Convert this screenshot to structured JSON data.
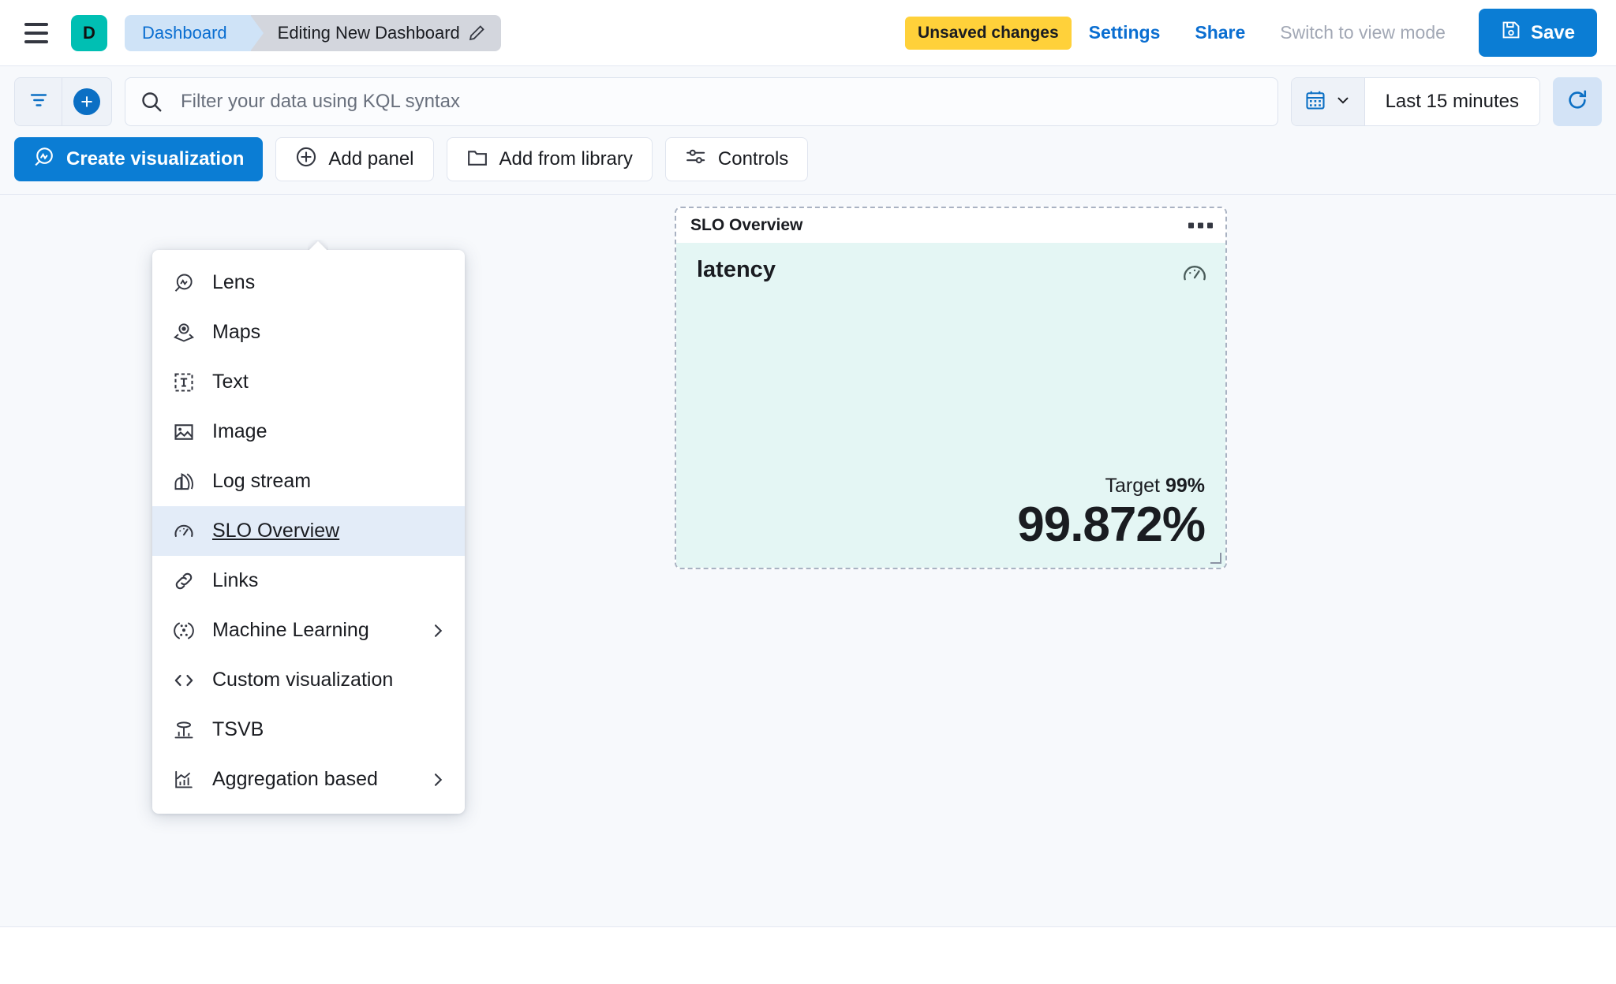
{
  "header": {
    "menu_icon": "hamburger-menu-icon",
    "space_initial": "D",
    "breadcrumb_root": "Dashboard",
    "breadcrumb_current": "Editing New Dashboard",
    "edit_title_icon": "pencil-icon",
    "unsaved_badge": "Unsaved changes",
    "settings_link": "Settings",
    "share_link": "Share",
    "view_mode_link": "Switch to view mode",
    "save_label": "Save",
    "save_icon": "save-disk-icon",
    "accent_blue": "#0b7dd4",
    "badge_yellow": "#ffd13a",
    "space_teal": "#00bfb3"
  },
  "query_bar": {
    "filter_icon": "filter-icon",
    "add_filter_icon": "plus-circle-icon",
    "search_icon": "search-icon",
    "search_value": "",
    "search_placeholder": "Filter your data using KQL syntax",
    "calendar_icon": "calendar-icon",
    "chevron_icon": "chevron-down-icon",
    "time_range": "Last 15 minutes",
    "refresh_icon": "refresh-icon"
  },
  "edit_toolbar": {
    "create_visualization": "Create visualization",
    "create_visualization_icon": "lens-icon",
    "add_panel": "Add panel",
    "add_panel_icon": "plus-circle-icon",
    "add_from_library": "Add from library",
    "add_from_library_icon": "folder-icon",
    "controls": "Controls",
    "controls_icon": "controls-sliders-icon"
  },
  "add_panel_menu": {
    "items": [
      {
        "label": "Lens",
        "icon": "lens-icon",
        "selected": false,
        "has_submenu": false
      },
      {
        "label": "Maps",
        "icon": "maps-pin-icon",
        "selected": false,
        "has_submenu": false
      },
      {
        "label": "Text",
        "icon": "text-box-icon",
        "selected": false,
        "has_submenu": false
      },
      {
        "label": "Image",
        "icon": "image-icon",
        "selected": false,
        "has_submenu": false
      },
      {
        "label": "Log stream",
        "icon": "log-stream-icon",
        "selected": false,
        "has_submenu": false
      },
      {
        "label": "SLO Overview",
        "icon": "gauge-icon",
        "selected": true,
        "has_submenu": false
      },
      {
        "label": "Links",
        "icon": "link-icon",
        "selected": false,
        "has_submenu": false
      },
      {
        "label": "Machine Learning",
        "icon": "machine-learning-icon",
        "selected": false,
        "has_submenu": true
      },
      {
        "label": "Custom visualization",
        "icon": "code-brackets-icon",
        "selected": false,
        "has_submenu": false
      },
      {
        "label": "TSVB",
        "icon": "tsvb-chart-icon",
        "selected": false,
        "has_submenu": false
      },
      {
        "label": "Aggregation based",
        "icon": "aggregation-chart-icon",
        "selected": false,
        "has_submenu": true
      }
    ]
  },
  "slo_panel": {
    "panel_title": "SLO Overview",
    "context_menu_icon": "ellipsis-icon",
    "metric_title": "latency",
    "gauge_icon": "gauge-icon",
    "target_label": "Target",
    "target_value": "99%",
    "current_value": "99.872%",
    "background_color": "#e4f6f4",
    "resize_handle_icon": "resize-corner-icon"
  }
}
